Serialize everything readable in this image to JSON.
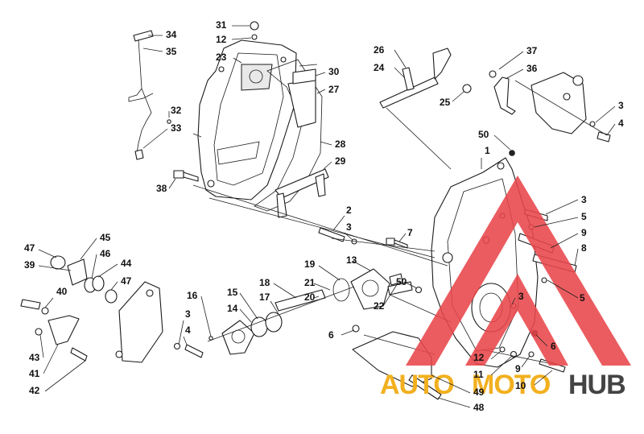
{
  "diagram": {
    "callouts": [
      {
        "label": "34"
      },
      {
        "label": "35"
      },
      {
        "label": "32"
      },
      {
        "label": "33"
      },
      {
        "label": "31"
      },
      {
        "label": "12"
      },
      {
        "label": "23"
      },
      {
        "label": "30"
      },
      {
        "label": "27"
      },
      {
        "label": "28"
      },
      {
        "label": "29"
      },
      {
        "label": "38"
      },
      {
        "label": "26"
      },
      {
        "label": "24"
      },
      {
        "label": "25"
      },
      {
        "label": "37"
      },
      {
        "label": "36"
      },
      {
        "label": "3"
      },
      {
        "label": "4"
      },
      {
        "label": "50"
      },
      {
        "label": "1"
      },
      {
        "label": "3"
      },
      {
        "label": "5"
      },
      {
        "label": "9"
      },
      {
        "label": "8"
      },
      {
        "label": "5"
      },
      {
        "label": "2"
      },
      {
        "label": "3"
      },
      {
        "label": "7"
      },
      {
        "label": "19"
      },
      {
        "label": "13"
      },
      {
        "label": "50"
      },
      {
        "label": "22"
      },
      {
        "label": "18"
      },
      {
        "label": "21"
      },
      {
        "label": "20"
      },
      {
        "label": "15"
      },
      {
        "label": "14"
      },
      {
        "label": "17"
      },
      {
        "label": "16"
      },
      {
        "label": "3"
      },
      {
        "label": "4"
      },
      {
        "label": "47"
      },
      {
        "label": "45"
      },
      {
        "label": "39"
      },
      {
        "label": "46"
      },
      {
        "label": "44"
      },
      {
        "label": "47"
      },
      {
        "label": "40"
      },
      {
        "label": "43"
      },
      {
        "label": "41"
      },
      {
        "label": "42"
      },
      {
        "label": "6"
      },
      {
        "label": "3"
      },
      {
        "label": "6"
      },
      {
        "label": "12"
      },
      {
        "label": "11"
      },
      {
        "label": "9"
      },
      {
        "label": "10"
      },
      {
        "label": "49"
      },
      {
        "label": "48"
      }
    ]
  },
  "watermark": {
    "part_a": "AUTO",
    "part_b": "MOTO",
    "part_c": "HUB",
    "color_a": "#f2b01e",
    "color_b": "#f2b01e",
    "color_c": "#444444",
    "triangle_color": "#e8454a"
  }
}
